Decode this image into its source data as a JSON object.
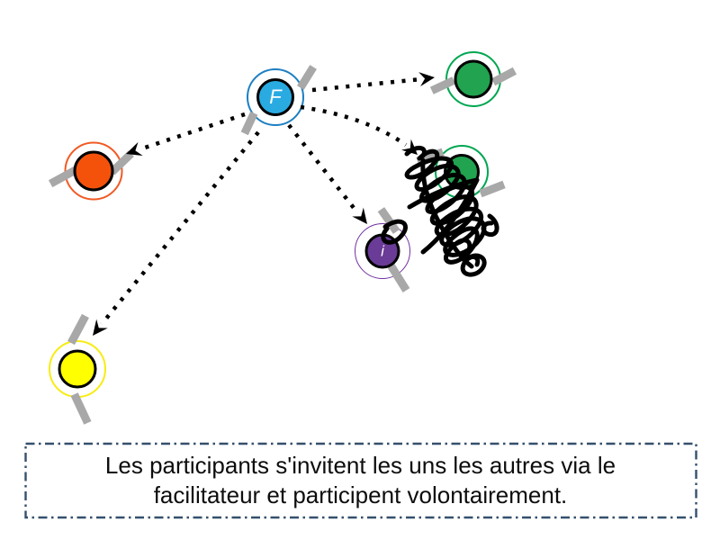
{
  "slide": {
    "background": "#ffffff"
  },
  "nodes": [
    {
      "id": "facilitator",
      "label": "F",
      "color_key": "facilitator"
    },
    {
      "id": "participant-green-top",
      "label": "",
      "color_key": "green"
    },
    {
      "id": "participant-green-middle",
      "label": "",
      "color_key": "green"
    },
    {
      "id": "participant-orange",
      "label": "",
      "color_key": "orange"
    },
    {
      "id": "participant-yellow",
      "label": "",
      "color_key": "yellow"
    },
    {
      "id": "invitee",
      "label": "i",
      "color_key": "purple"
    }
  ],
  "connections": [
    {
      "from": "facilitator",
      "to": "participant-green-top",
      "style": "dotted-arrow"
    },
    {
      "from": "facilitator",
      "to": "participant-green-middle",
      "style": "dotted-arrow"
    },
    {
      "from": "facilitator",
      "to": "invitee",
      "style": "dotted-arrow"
    },
    {
      "from": "facilitator",
      "to": "participant-orange",
      "style": "dotted-arrow"
    },
    {
      "from": "facilitator",
      "to": "participant-yellow",
      "style": "dotted-arrow"
    }
  ],
  "scribble": {
    "description": "dense black scribble tangle near invitee and middle green participant",
    "color": "#000000"
  },
  "caption": {
    "lines": [
      "Les participants s'invitent les uns les autres via le",
      "facilitateur et participent volontairement."
    ]
  },
  "colors": {
    "background": "#ffffff",
    "facilitator_fill": "#29abe2",
    "facilitator_ring": "#1e7fc2",
    "green_fill": "#21a34f",
    "green_ring": "#00a651",
    "orange_fill": "#f4520b",
    "orange_ring": "#f15a24",
    "yellow_fill": "#ffff00",
    "yellow_ring": "#f7ec13",
    "purple_fill": "#6a3b97",
    "purple_ring": "#7030a0",
    "node_outline": "#000000",
    "handle_gray": "#a8a8a8",
    "arrow_black": "#000000",
    "caption_border": "#35506d",
    "caption_text": "#0d0d0d"
  }
}
